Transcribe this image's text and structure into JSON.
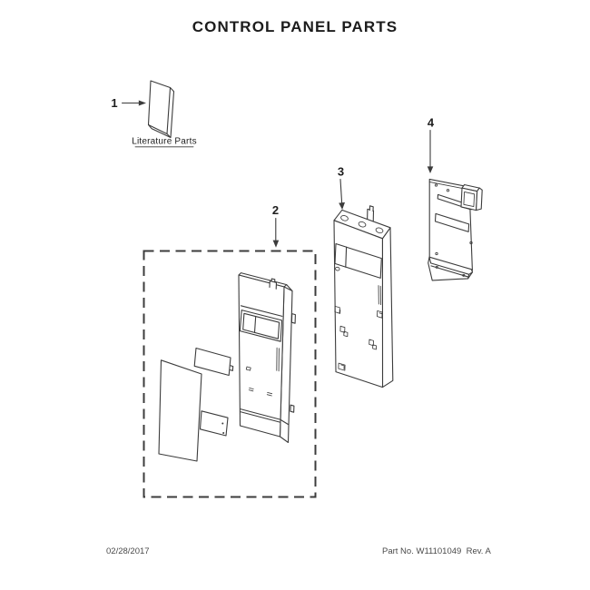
{
  "title": "CONTROL PANEL PARTS",
  "callouts": [
    {
      "number": "1",
      "caption": "Literature Parts"
    },
    {
      "number": "2"
    },
    {
      "number": "3"
    },
    {
      "number": "4"
    }
  ],
  "footer": {
    "date": "02/28/2017",
    "doc_ref": "Part No. W11101049  Rev. A"
  },
  "colors": {
    "line": "#3c3c3c",
    "text": "#1c1c1c",
    "muted_text": "#4a4a4a",
    "background": "#ffffff"
  }
}
